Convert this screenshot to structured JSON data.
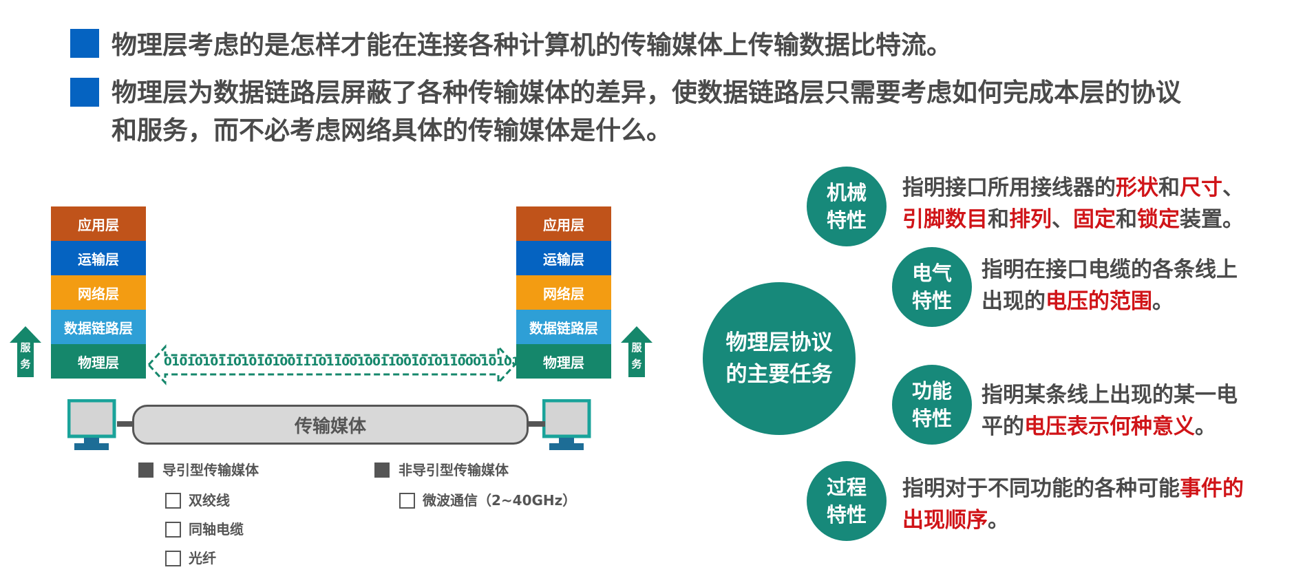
{
  "bullets": [
    {
      "line1": "物理层考虑的是怎样才能在连接各种计算机的传输媒体上传输数据比特流。"
    },
    {
      "line1": "物理层为数据链路层屏蔽了各种传输媒体的差异，使数据链路层只需要考虑如何完成本层的协议",
      "line2": "和服务，而不必考虑网络具体的传输媒体是什么。"
    }
  ],
  "stack": {
    "layers": [
      {
        "label": "应用层",
        "color": "#c0531a"
      },
      {
        "label": "运输层",
        "color": "#0563c1"
      },
      {
        "label": "网络层",
        "color": "#f39c12"
      },
      {
        "label": "数据链路层",
        "color": "#2e9fd6"
      },
      {
        "label": "物理层",
        "color": "#15876b"
      }
    ],
    "service_label_1": "服",
    "service_label_2": "务"
  },
  "bitstream": "0101010110101010011101100100110010101100010101",
  "medium_label": "传输媒体",
  "legend": {
    "guided": {
      "title": "导引型传输媒体",
      "items": [
        "双绞线",
        "同轴电缆",
        "光纤"
      ]
    },
    "unguided": {
      "title": "非导引型传输媒体",
      "items": [
        "微波通信（2~40GHz）"
      ]
    }
  },
  "protocol": {
    "center": {
      "line1": "物理层协议",
      "line2": "的主要任务"
    },
    "mechanical": {
      "l1": "机械",
      "l2": "特性"
    },
    "electrical": {
      "l1": "电气",
      "l2": "特性"
    },
    "functional": {
      "l1": "功能",
      "l2": "特性"
    },
    "procedural": {
      "l1": "过程",
      "l2": "特性"
    },
    "mech_desc": [
      "指明接口所用接线器的",
      "形状",
      "和",
      "尺寸",
      "、",
      "引脚数目",
      "和",
      "排列",
      "、",
      "固定",
      "和",
      "锁定",
      "装置。"
    ],
    "elec_desc": [
      "指明在接口电缆的各条线上",
      "出现的",
      "电压的范围",
      "。"
    ],
    "func_desc": [
      "指明某条线上出现的某一电",
      "平的",
      "电压表示何种意义",
      "。"
    ],
    "proc_desc": [
      "指明对于不同功能的各种可能",
      "事件的",
      "出现顺序",
      "。"
    ]
  },
  "colors": {
    "accent_blue": "#0563c1",
    "teal": "#17897a",
    "highlight_red": "#d01418"
  }
}
